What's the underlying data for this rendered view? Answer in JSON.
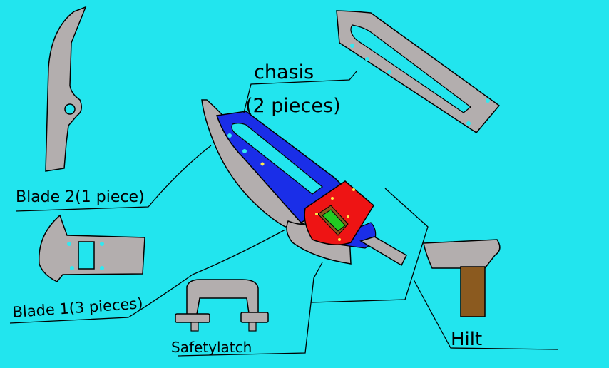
{
  "colors": {
    "background": "#22e5ee",
    "part_gray": "#b3aeae",
    "chassis_blue": "#1a2ee8",
    "hilt_red": "#ee1414",
    "grip_brown": "#8b5a1f",
    "core_green": "#22cc22",
    "gem_cyan": "#33e8f0",
    "outline": "#000000"
  },
  "labels": {
    "chassis_line1": "chasis",
    "chassis_line2": "(2 pieces)",
    "blade2": "Blade 2(1 piece)",
    "blade1": "Blade 1(3 pieces)",
    "safety_latch": "Safetylatch",
    "hilt": "Hilt"
  }
}
